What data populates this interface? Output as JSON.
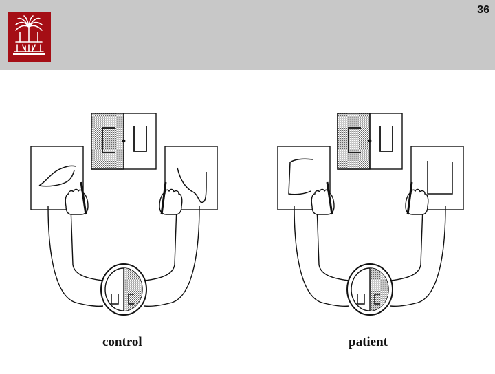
{
  "slide": {
    "number": "36"
  },
  "logo": {
    "icon": "palm-tree-seal-icon",
    "color": "#a50e15"
  },
  "header": {
    "color": "#c8c8c8"
  },
  "figure": {
    "panels": [
      {
        "caption": "control"
      },
      {
        "caption": "patient"
      }
    ]
  }
}
